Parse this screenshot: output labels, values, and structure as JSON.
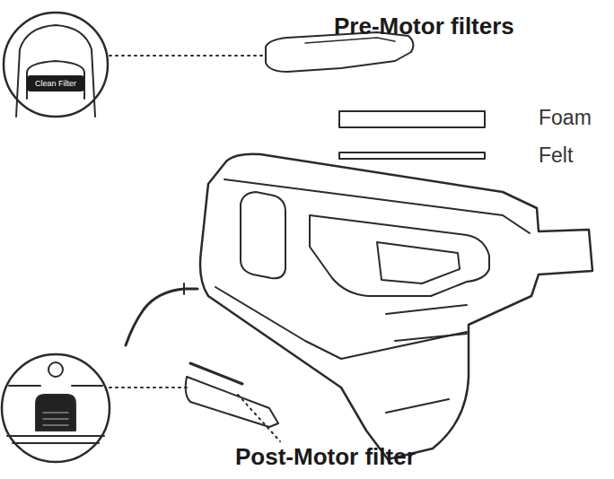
{
  "diagram": {
    "nodes": [
      {
        "text": [
          "Clean Filter"
        ]
      }
    ],
    "labels": [
      "Pre-Motor filters",
      "Foam",
      "Felt",
      "Post-Motor filter"
    ]
  }
}
